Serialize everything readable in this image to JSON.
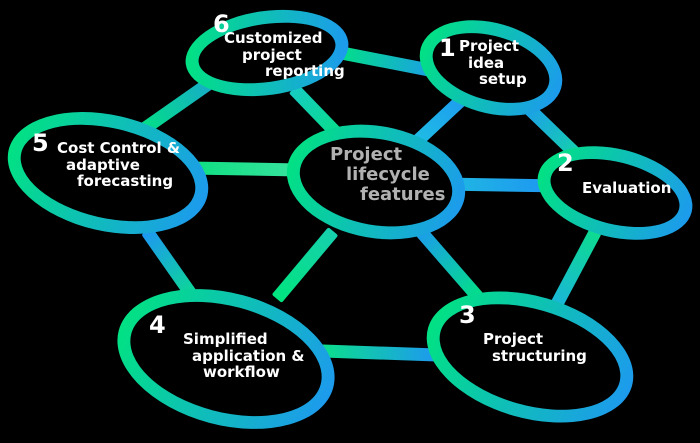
{
  "background": "#000000",
  "colors": {
    "gradient_green": "#00e57e",
    "gradient_blue": "#1e97f2",
    "node_text": "#ffffff",
    "center_text": "#b1b1b1"
  },
  "center": {
    "lines": [
      "Project",
      "lifecycle",
      "features"
    ]
  },
  "nodes": [
    {
      "number": "1",
      "lines": [
        "Project",
        "idea",
        "setup"
      ]
    },
    {
      "number": "2",
      "lines": [
        "Evaluation"
      ]
    },
    {
      "number": "3",
      "lines": [
        "Project",
        "structuring"
      ]
    },
    {
      "number": "4",
      "lines": [
        "Simplified",
        "application &",
        "workflow"
      ]
    },
    {
      "number": "5",
      "lines": [
        "Cost Control &",
        "adaptive",
        "forecasting"
      ]
    },
    {
      "number": "6",
      "lines": [
        "Customized",
        "project",
        "reporting"
      ]
    }
  ]
}
